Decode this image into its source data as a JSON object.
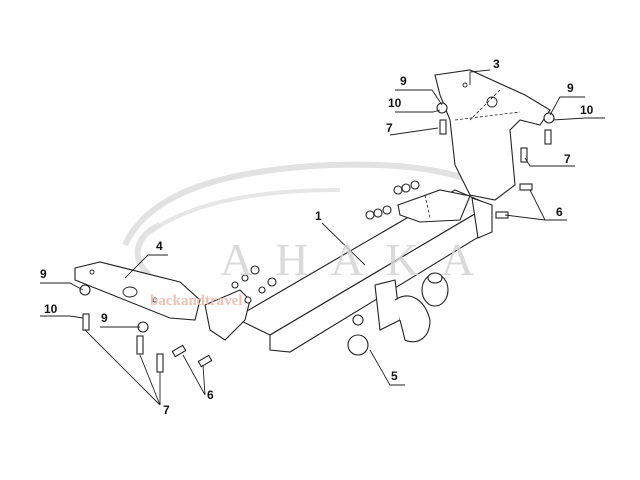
{
  "watermark": {
    "brand": "AHAKA",
    "site": "backandtravel"
  },
  "callouts": [
    {
      "id": "c3",
      "text": "3"
    },
    {
      "id": "c9a",
      "text": "9"
    },
    {
      "id": "c10a",
      "text": "10"
    },
    {
      "id": "c7a",
      "text": "7"
    },
    {
      "id": "c9b",
      "text": "9"
    },
    {
      "id": "c10b",
      "text": "10"
    },
    {
      "id": "c7b",
      "text": "7"
    },
    {
      "id": "c6a",
      "text": "6"
    },
    {
      "id": "c1",
      "text": "1"
    },
    {
      "id": "c4",
      "text": "4"
    },
    {
      "id": "c9c",
      "text": "9"
    },
    {
      "id": "c10c",
      "text": "10"
    },
    {
      "id": "c9d",
      "text": "9"
    },
    {
      "id": "c7c",
      "text": "7"
    },
    {
      "id": "c6b",
      "text": "6"
    },
    {
      "id": "c5",
      "text": "5"
    }
  ]
}
